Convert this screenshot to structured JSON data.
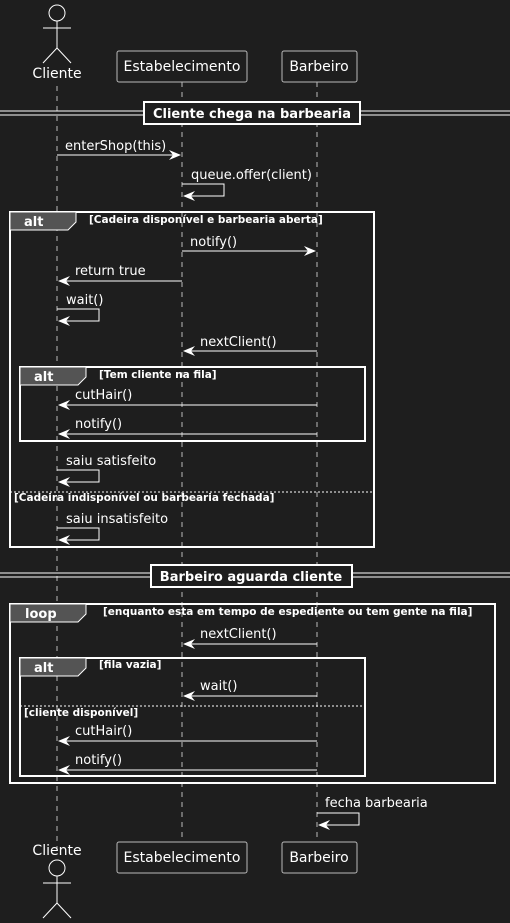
{
  "participants": {
    "cliente": "Cliente",
    "estabelecimento": "Estabelecimento",
    "barbeiro": "Barbeiro"
  },
  "dividers": {
    "d1": "Cliente chega na barbearia",
    "d2": "Barbeiro aguarda cliente"
  },
  "frames": {
    "alt1": {
      "keyword": "alt",
      "guard": "[Cadeira disponível e barbearia aberta]",
      "else_guard": "[Cadeira indisponível ou barbearia fechada]"
    },
    "alt2": {
      "keyword": "alt",
      "guard": "[Tem cliente na fila]"
    },
    "loop1": {
      "keyword": "loop",
      "guard": "[enquanto esta em tempo de espediente ou tem gente na fila]"
    },
    "alt3": {
      "keyword": "alt",
      "guard": "[fila vazia]",
      "else_guard": "[cliente disponível]"
    }
  },
  "messages": {
    "m1": "enterShop(this)",
    "m2": "queue.offer(client)",
    "m3": "notify()",
    "m4": "return true",
    "m5": "wait()",
    "m6": "nextClient()",
    "m7": "cutHair()",
    "m8": "notify()",
    "m9": "saiu satisfeito",
    "m10": "saiu insatisfeito",
    "m11": "nextClient()",
    "m12": "wait()",
    "m13": "cutHair()",
    "m14": "notify()",
    "m15": "fecha barbearia"
  }
}
